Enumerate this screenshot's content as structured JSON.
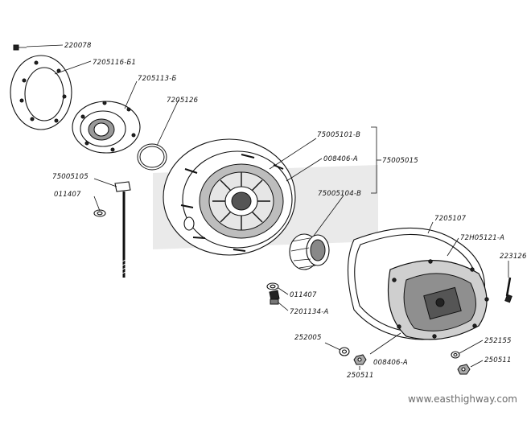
{
  "labels": {
    "p220078": "220078",
    "p7205116": "7205116-Б1",
    "p7205113": "7205113-Б",
    "p7205126": "7205126",
    "p75005101": "75005101-В",
    "p008406_top": "008406-А",
    "p75005015": "75005015",
    "p75005104": "75005104-В",
    "p75005105": "75005105",
    "p011407_left": "011407",
    "p7205107": "7205107",
    "p72h05121": "72Н05121-А",
    "p223126": "223126",
    "p011407_mid": "011407",
    "p7201134": "7201134-А",
    "p252005": "252005",
    "p008406_bot": "008406-А",
    "p252155": "252155",
    "p250511_right": "250511",
    "p250511_bot": "250511"
  },
  "watermark": {
    "url": "www.easthighway.com"
  }
}
